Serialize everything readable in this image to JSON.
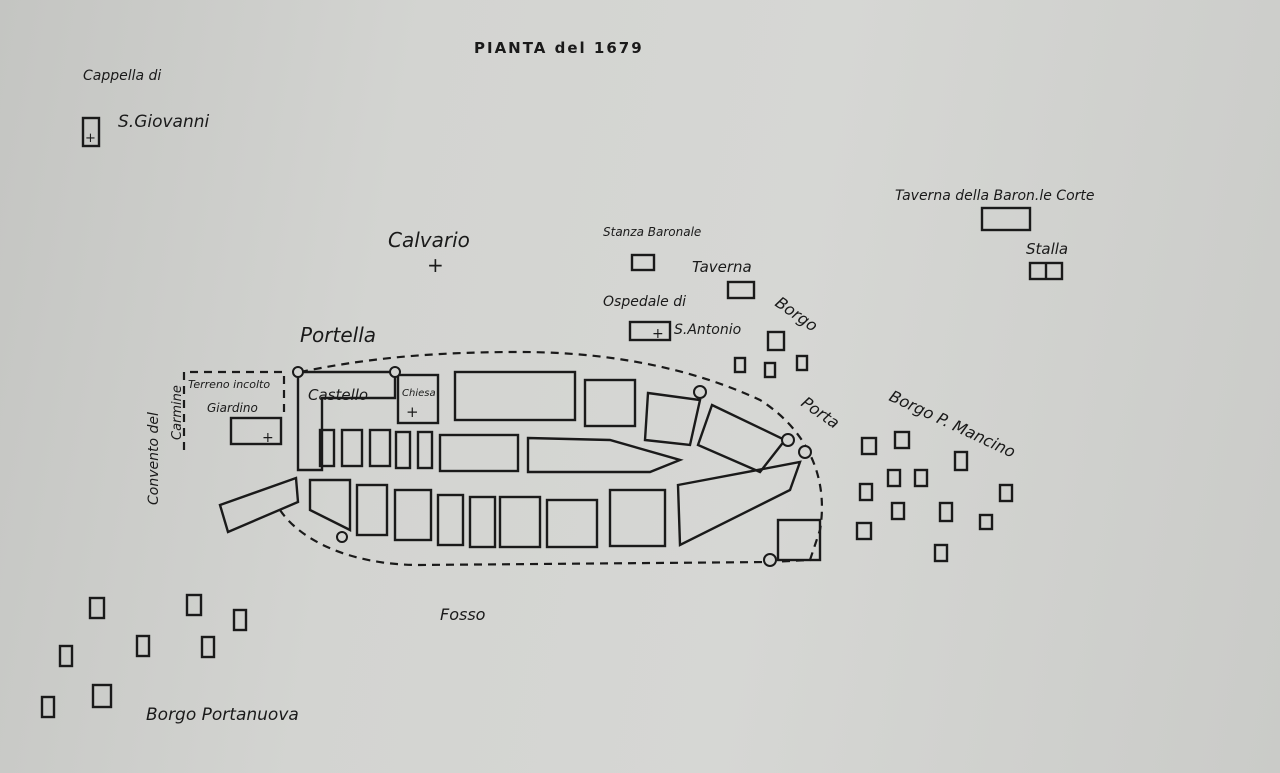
{
  "title": "PIANTA del 1679",
  "labels": {
    "cappella_di": "Cappella di",
    "s_giovanni": "S.Giovanni",
    "calvario": "Calvario",
    "stanza_baronale": "Stanza Baronale",
    "taverna": "Taverna",
    "ospedale_di": "Ospedale di",
    "s_antonio": "S.Antonio",
    "borgo": "Borgo",
    "taverna_baronale": "Taverna della Baron.le Corte",
    "stalla": "Stalla",
    "portella": "Portella",
    "terreno_incolto": "Terreno incolto",
    "giardino": "Giardino",
    "castello": "Castello",
    "chiesa": "Chiesa",
    "convento": "Convento del",
    "carmine": "Carmine",
    "porta": "Porta",
    "borgo_p_mancino": "Borgo P. Mancino",
    "fosso": "Fosso",
    "borgo_portanuova": "Borgo Portanuova"
  }
}
